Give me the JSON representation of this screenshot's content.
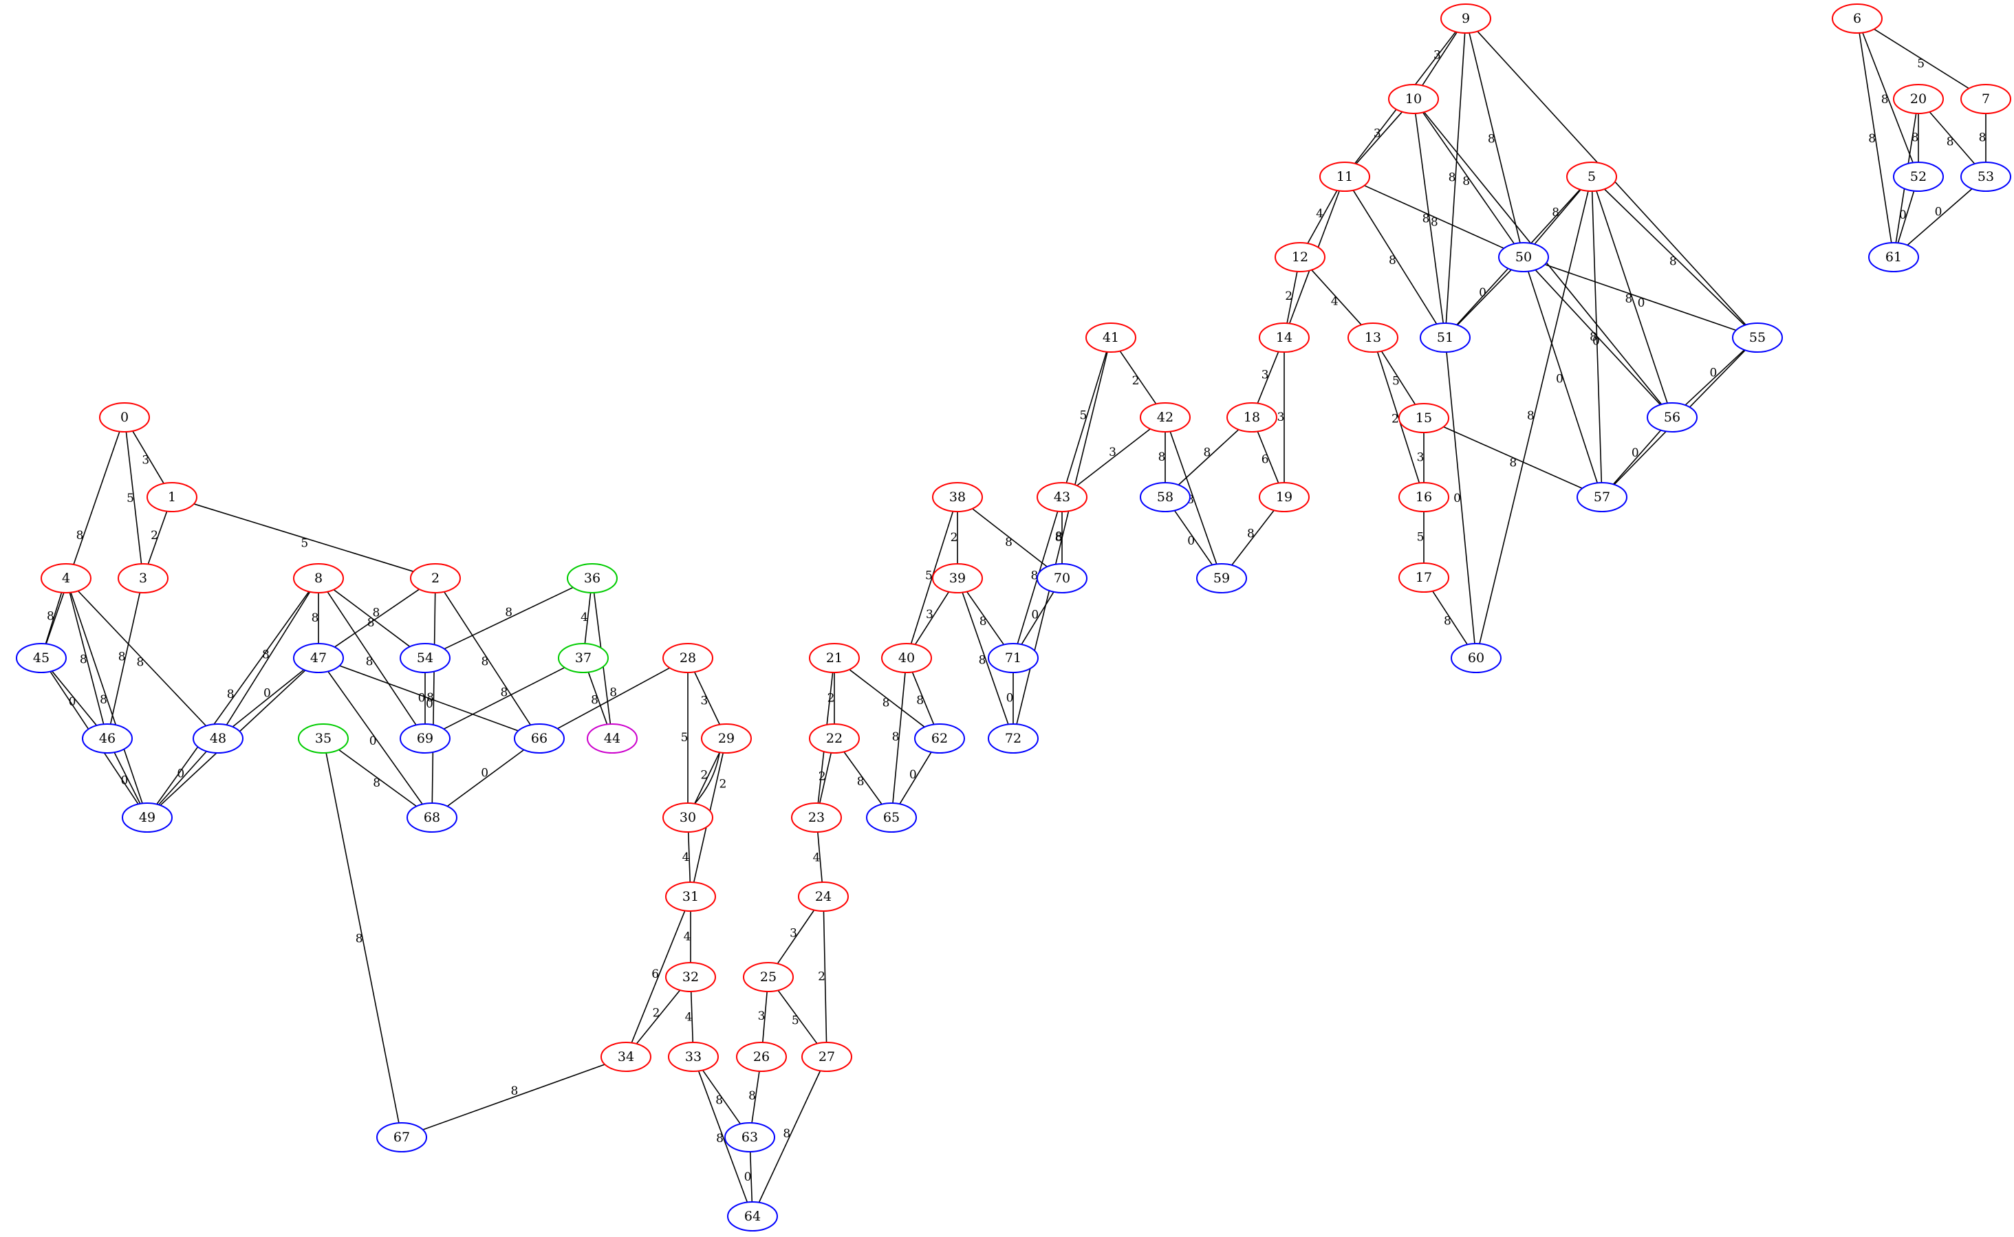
{
  "colors": {
    "red": "#ff0000",
    "blue": "#0000ff",
    "green": "#00cc00",
    "purple": "#cc00cc",
    "edge": "#000000"
  },
  "nodes": [
    {
      "id": "0",
      "color": "red"
    },
    {
      "id": "1",
      "color": "red"
    },
    {
      "id": "2",
      "color": "red"
    },
    {
      "id": "3",
      "color": "red"
    },
    {
      "id": "4",
      "color": "red"
    },
    {
      "id": "5",
      "color": "red"
    },
    {
      "id": "6",
      "color": "red"
    },
    {
      "id": "7",
      "color": "red"
    },
    {
      "id": "8",
      "color": "red"
    },
    {
      "id": "9",
      "color": "red"
    },
    {
      "id": "10",
      "color": "red"
    },
    {
      "id": "11",
      "color": "red"
    },
    {
      "id": "12",
      "color": "red"
    },
    {
      "id": "13",
      "color": "red"
    },
    {
      "id": "14",
      "color": "red"
    },
    {
      "id": "15",
      "color": "red"
    },
    {
      "id": "16",
      "color": "red"
    },
    {
      "id": "17",
      "color": "red"
    },
    {
      "id": "18",
      "color": "red"
    },
    {
      "id": "19",
      "color": "red"
    },
    {
      "id": "20",
      "color": "red"
    },
    {
      "id": "21",
      "color": "red"
    },
    {
      "id": "22",
      "color": "red"
    },
    {
      "id": "23",
      "color": "red"
    },
    {
      "id": "24",
      "color": "red"
    },
    {
      "id": "25",
      "color": "red"
    },
    {
      "id": "26",
      "color": "red"
    },
    {
      "id": "27",
      "color": "red"
    },
    {
      "id": "28",
      "color": "red"
    },
    {
      "id": "29",
      "color": "red"
    },
    {
      "id": "30",
      "color": "red"
    },
    {
      "id": "31",
      "color": "red"
    },
    {
      "id": "32",
      "color": "red"
    },
    {
      "id": "33",
      "color": "red"
    },
    {
      "id": "34",
      "color": "red"
    },
    {
      "id": "35",
      "color": "green"
    },
    {
      "id": "36",
      "color": "green"
    },
    {
      "id": "37",
      "color": "green"
    },
    {
      "id": "38",
      "color": "red"
    },
    {
      "id": "39",
      "color": "red"
    },
    {
      "id": "40",
      "color": "red"
    },
    {
      "id": "41",
      "color": "red"
    },
    {
      "id": "42",
      "color": "red"
    },
    {
      "id": "43",
      "color": "red"
    },
    {
      "id": "44",
      "color": "purple"
    },
    {
      "id": "45",
      "color": "blue"
    },
    {
      "id": "46",
      "color": "blue"
    },
    {
      "id": "47",
      "color": "blue"
    },
    {
      "id": "48",
      "color": "blue"
    },
    {
      "id": "49",
      "color": "blue"
    },
    {
      "id": "50",
      "color": "blue"
    },
    {
      "id": "51",
      "color": "blue"
    },
    {
      "id": "52",
      "color": "blue"
    },
    {
      "id": "53",
      "color": "blue"
    },
    {
      "id": "54",
      "color": "blue"
    },
    {
      "id": "55",
      "color": "blue"
    },
    {
      "id": "56",
      "color": "blue"
    },
    {
      "id": "57",
      "color": "blue"
    },
    {
      "id": "58",
      "color": "blue"
    },
    {
      "id": "59",
      "color": "blue"
    },
    {
      "id": "60",
      "color": "blue"
    },
    {
      "id": "61",
      "color": "blue"
    },
    {
      "id": "62",
      "color": "blue"
    },
    {
      "id": "63",
      "color": "blue"
    },
    {
      "id": "64",
      "color": "blue"
    },
    {
      "id": "65",
      "color": "blue"
    },
    {
      "id": "66",
      "color": "blue"
    },
    {
      "id": "67",
      "color": "blue"
    },
    {
      "id": "68",
      "color": "blue"
    },
    {
      "id": "69",
      "color": "blue"
    },
    {
      "id": "70",
      "color": "blue"
    },
    {
      "id": "71",
      "color": "blue"
    },
    {
      "id": "72",
      "color": "blue"
    }
  ],
  "edges": [
    [
      "0",
      "1",
      "3"
    ],
    [
      "0",
      "3",
      "5"
    ],
    [
      "0",
      "45",
      "8"
    ],
    [
      "1",
      "3",
      "2"
    ],
    [
      "1",
      "2",
      "5"
    ],
    [
      "3",
      "46",
      "8"
    ],
    [
      "4",
      "45",
      "8"
    ],
    [
      "4",
      "46",
      "8"
    ],
    [
      "4",
      "48",
      "8"
    ],
    [
      "4",
      "49",
      "8"
    ],
    [
      "45",
      "46",
      "0"
    ],
    [
      "45",
      "49",
      "0"
    ],
    [
      "46",
      "49",
      "0"
    ],
    [
      "8",
      "47",
      "8"
    ],
    [
      "8",
      "48",
      "8"
    ],
    [
      "8",
      "49",
      "8"
    ],
    [
      "8",
      "54",
      "8"
    ],
    [
      "8",
      "69",
      "8"
    ],
    [
      "2",
      "47",
      "8"
    ],
    [
      "2",
      "66",
      "8"
    ],
    [
      "2",
      "68",
      "8"
    ],
    [
      "47",
      "48",
      "0"
    ],
    [
      "47",
      "49",
      "0"
    ],
    [
      "47",
      "66",
      "0"
    ],
    [
      "47",
      "68",
      "0"
    ],
    [
      "48",
      "49",
      "0"
    ],
    [
      "36",
      "54",
      "8"
    ],
    [
      "36",
      "37",
      "4"
    ],
    [
      "36",
      "44",
      "8"
    ],
    [
      "37",
      "69",
      "8"
    ],
    [
      "37",
      "44",
      "8"
    ],
    [
      "54",
      "69",
      "0"
    ],
    [
      "35",
      "68",
      "8"
    ],
    [
      "35",
      "67",
      "8"
    ],
    [
      "66",
      "68",
      "0"
    ],
    [
      "28",
      "66",
      "8"
    ],
    [
      "28",
      "29",
      "3"
    ],
    [
      "28",
      "30",
      "5"
    ],
    [
      "29",
      "30",
      "2"
    ],
    [
      "30",
      "29",
      "2"
    ],
    [
      "29",
      "31",
      "2"
    ],
    [
      "30",
      "31",
      "4"
    ],
    [
      "31",
      "32",
      "4"
    ],
    [
      "31",
      "34",
      "6"
    ],
    [
      "32",
      "34",
      "2"
    ],
    [
      "32",
      "33",
      "4"
    ],
    [
      "34",
      "67",
      "8"
    ],
    [
      "33",
      "63",
      "8"
    ],
    [
      "33",
      "64",
      "8"
    ],
    [
      "63",
      "64",
      "0"
    ],
    [
      "21",
      "22",
      "2"
    ],
    [
      "21",
      "23",
      "4"
    ],
    [
      "21",
      "62",
      "8"
    ],
    [
      "22",
      "23",
      "2"
    ],
    [
      "22",
      "65",
      "8"
    ],
    [
      "23",
      "24",
      "4"
    ],
    [
      "24",
      "25",
      "3"
    ],
    [
      "24",
      "27",
      "2"
    ],
    [
      "25",
      "26",
      "3"
    ],
    [
      "25",
      "27",
      "5"
    ],
    [
      "26",
      "63",
      "8"
    ],
    [
      "27",
      "64",
      "8"
    ],
    [
      "38",
      "39",
      "2"
    ],
    [
      "38",
      "40",
      "5"
    ],
    [
      "38",
      "70",
      "8"
    ],
    [
      "39",
      "40",
      "3"
    ],
    [
      "39",
      "71",
      "8"
    ],
    [
      "39",
      "72",
      "8"
    ],
    [
      "40",
      "62",
      "8"
    ],
    [
      "40",
      "65",
      "8"
    ],
    [
      "62",
      "65",
      "0"
    ],
    [
      "41",
      "42",
      "2"
    ],
    [
      "41",
      "43",
      "5"
    ],
    [
      "41",
      "72",
      "8"
    ],
    [
      "42",
      "43",
      "3"
    ],
    [
      "42",
      "58",
      "8"
    ],
    [
      "42",
      "59",
      "8"
    ],
    [
      "43",
      "70",
      "8"
    ],
    [
      "43",
      "71",
      "8"
    ],
    [
      "70",
      "71",
      "0"
    ],
    [
      "71",
      "72",
      "0"
    ],
    [
      "18",
      "58",
      "8"
    ],
    [
      "18",
      "19",
      "6"
    ],
    [
      "58",
      "59",
      "0"
    ],
    [
      "19",
      "59",
      "8"
    ],
    [
      "9",
      "10",
      "3"
    ],
    [
      "9",
      "11",
      "6"
    ],
    [
      "9",
      "50",
      "8"
    ],
    [
      "9",
      "51",
      "8"
    ],
    [
      "9",
      "55",
      "8"
    ],
    [
      "10",
      "11",
      "3"
    ],
    [
      "10",
      "50",
      "8"
    ],
    [
      "10",
      "51",
      "8"
    ],
    [
      "10",
      "56",
      "8"
    ],
    [
      "11",
      "12",
      "4"
    ],
    [
      "11",
      "14",
      "6"
    ],
    [
      "11",
      "50",
      "8"
    ],
    [
      "11",
      "51",
      "8"
    ],
    [
      "12",
      "14",
      "2"
    ],
    [
      "12",
      "13",
      "4"
    ],
    [
      "14",
      "18",
      "3"
    ],
    [
      "14",
      "19",
      "3"
    ],
    [
      "13",
      "15",
      "5"
    ],
    [
      "13",
      "16",
      "2"
    ],
    [
      "15",
      "16",
      "3"
    ],
    [
      "15",
      "57",
      "8"
    ],
    [
      "16",
      "17",
      "5"
    ],
    [
      "17",
      "60",
      "8"
    ],
    [
      "5",
      "50",
      "8"
    ],
    [
      "5",
      "51",
      "8"
    ],
    [
      "5",
      "55",
      "8"
    ],
    [
      "5",
      "56",
      "8"
    ],
    [
      "5",
      "57",
      "8"
    ],
    [
      "5",
      "60",
      "8"
    ],
    [
      "50",
      "51",
      "0"
    ],
    [
      "50",
      "55",
      "0"
    ],
    [
      "50",
      "56",
      "0"
    ],
    [
      "50",
      "57",
      "0"
    ],
    [
      "51",
      "60",
      "0"
    ],
    [
      "55",
      "56",
      "0"
    ],
    [
      "55",
      "57",
      "0"
    ],
    [
      "56",
      "57",
      "0"
    ],
    [
      "6",
      "7",
      "5"
    ],
    [
      "6",
      "52",
      "8"
    ],
    [
      "6",
      "61",
      "8"
    ],
    [
      "20",
      "52",
      "8"
    ],
    [
      "20",
      "53",
      "8"
    ],
    [
      "20",
      "61",
      "8"
    ],
    [
      "7",
      "53",
      "8"
    ],
    [
      "52",
      "61",
      "0"
    ],
    [
      "53",
      "61",
      "0"
    ]
  ]
}
